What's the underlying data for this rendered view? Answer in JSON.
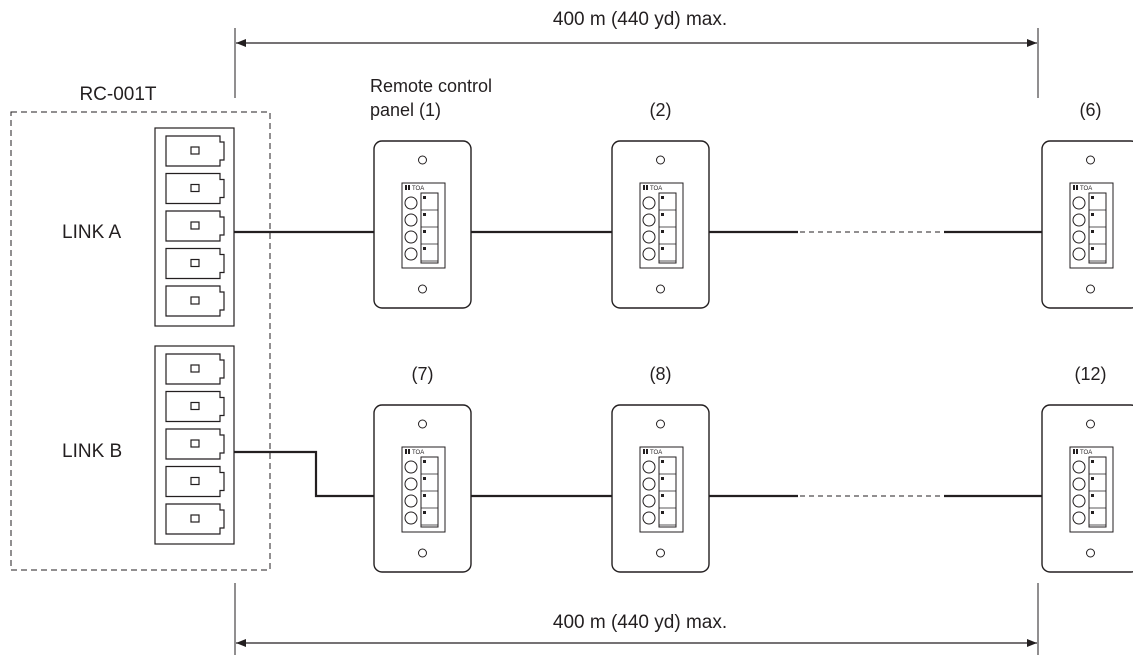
{
  "dimension_top": {
    "label": "400 m (440 yd) max."
  },
  "dimension_bottom": {
    "label": "400 m (440 yd) max."
  },
  "controller": {
    "model": "RC-001T",
    "links": [
      {
        "label": "LINK A",
        "connector_count": 5
      },
      {
        "label": "LINK B",
        "connector_count": 5
      }
    ]
  },
  "panel_logo": "TOA",
  "rows": [
    {
      "link": "LINK A",
      "panels": [
        {
          "label_line1": "Remote control",
          "label_line2": "panel (1)"
        },
        {
          "label_line1": "",
          "label_line2": "(2)"
        },
        {
          "label_line1": "",
          "label_line2": "(6)"
        }
      ]
    },
    {
      "link": "LINK B",
      "panels": [
        {
          "label_line1": "",
          "label_line2": "(7)"
        },
        {
          "label_line1": "",
          "label_line2": "(8)"
        },
        {
          "label_line1": "",
          "label_line2": "(12)"
        }
      ]
    }
  ]
}
